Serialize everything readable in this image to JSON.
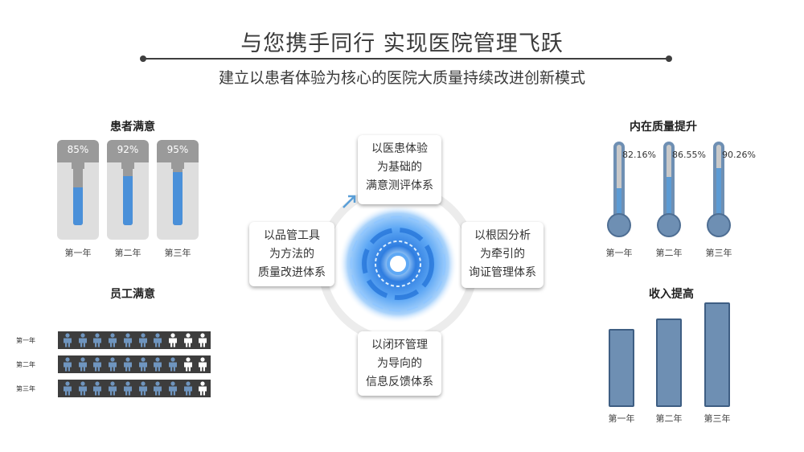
{
  "header": {
    "title": "与您携手同行  实现医院管理飞跃",
    "subtitle": "建立以患者体验为核心的医院大质量持续改进创新模式"
  },
  "patient_satisfaction": {
    "heading": "患者满意",
    "items": [
      {
        "year": "第一年",
        "value_label": "85%",
        "value": 0.85
      },
      {
        "year": "第二年",
        "value_label": "92%",
        "value": 0.92
      },
      {
        "year": "第三年",
        "value_label": "95%",
        "value": 0.95
      }
    ]
  },
  "staff_satisfaction": {
    "heading": "员工满意",
    "rows": [
      {
        "year": "第一年",
        "filled": 7,
        "total": 10
      },
      {
        "year": "第二年",
        "filled": 8,
        "total": 10
      },
      {
        "year": "第三年",
        "filled": 9,
        "total": 10
      }
    ]
  },
  "center": {
    "top": "以医患体验\n为基础的\n满意测评体系",
    "right": "以根因分析\n为牵引的\n询证管理体系",
    "bottom": "以闭环管理\n为导向的\n信息反馈体系",
    "left": "以品管工具\n为方法的\n质量改进体系"
  },
  "internal_quality": {
    "heading": "内在质量提升",
    "items": [
      {
        "year": "第一年",
        "value_label": "82.16%",
        "value": 0.8216
      },
      {
        "year": "第二年",
        "value_label": "86.55%",
        "value": 0.8655
      },
      {
        "year": "第三年",
        "value_label": "90.26%",
        "value": 0.9026
      }
    ]
  },
  "income": {
    "heading": "收入提高",
    "items": [
      {
        "year": "第一年",
        "value": 0.75
      },
      {
        "year": "第二年",
        "value": 0.85
      },
      {
        "year": "第三年",
        "value": 1.0
      }
    ]
  },
  "colors": {
    "accent_blue": "#4a90d9",
    "steel_blue": "#6e8fb3",
    "staff_filled": "#6f95bf",
    "staff_empty": "#ffffff"
  }
}
